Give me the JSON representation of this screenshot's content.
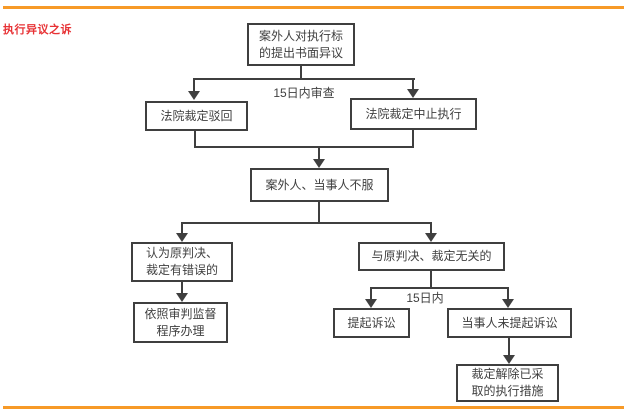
{
  "page": {
    "title": "执行异议之诉"
  },
  "flowchart": {
    "nodes": {
      "written_objection": "案外人对执行标\n的提出书面异议",
      "court_reject": "法院裁定驳回",
      "court_suspend": "法院裁定中止执行",
      "dissatisfied": "案外人、当事人不服",
      "judgment_error": "认为原判决、\n裁定有错误的",
      "judgment_unrelated": "与原判决、裁定无关的",
      "supervision_procedure": "依照审判监督\n程序办理",
      "file_lawsuit": "提起诉讼",
      "party_no_lawsuit": "当事人未提起诉讼",
      "lift_measures": "裁定解除已采\n取的执行措施"
    },
    "labels": {
      "review_within_15_days": "15日内审查",
      "within_15_days": "15日内"
    },
    "colors": {
      "accent_orange": "#F79A28",
      "title_red": "#E73235",
      "line_gray": "#3F3F3F"
    }
  }
}
